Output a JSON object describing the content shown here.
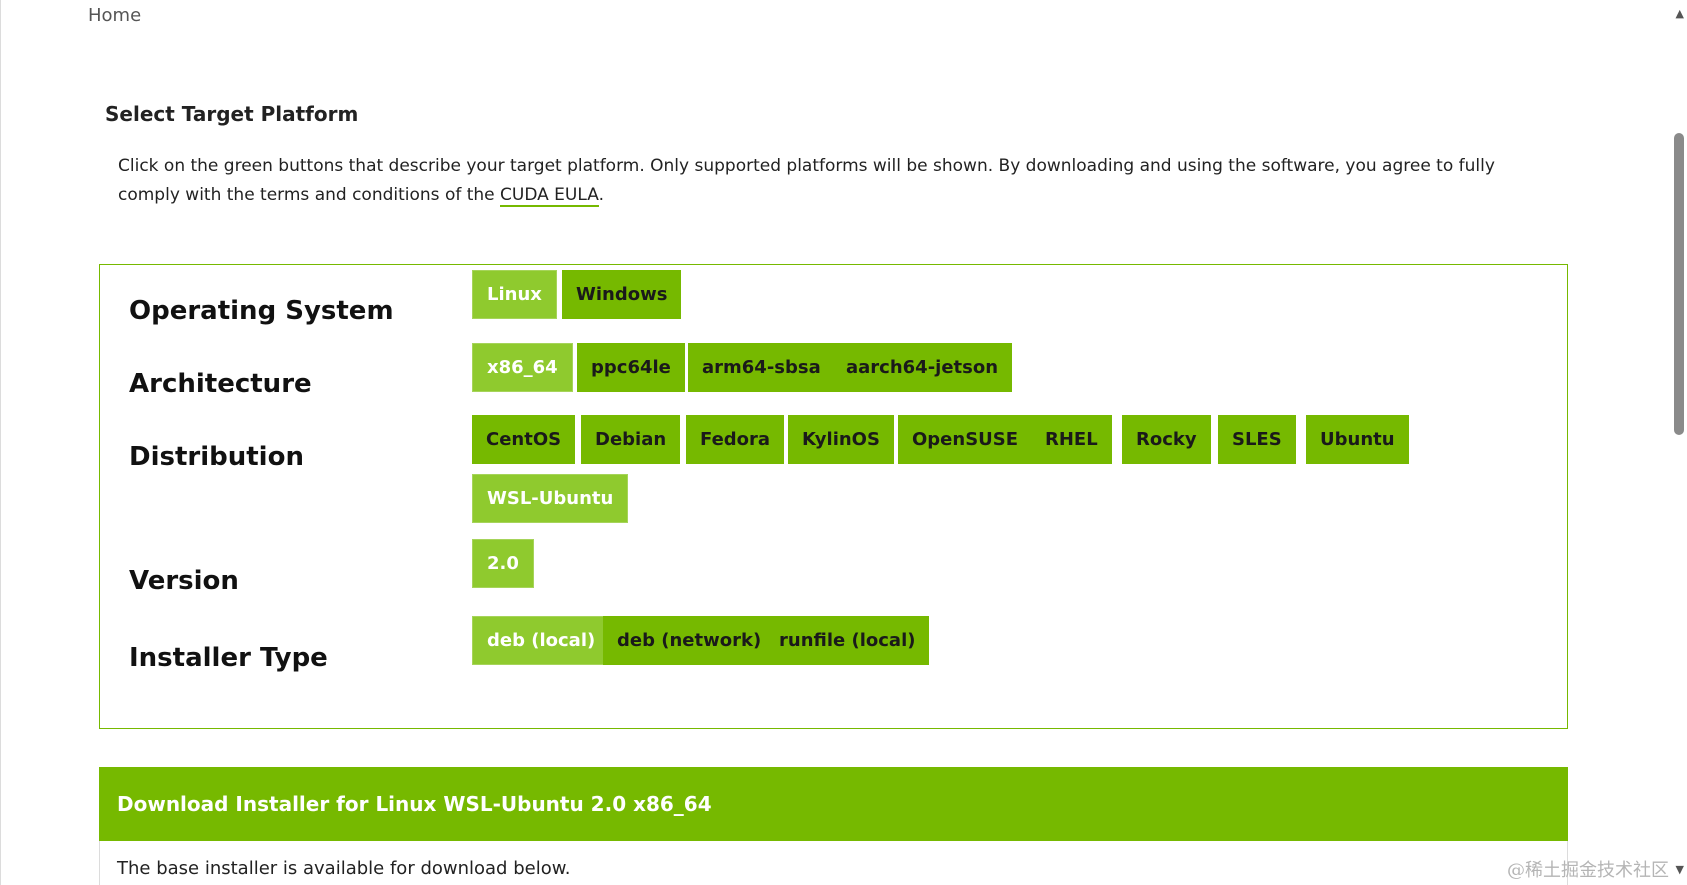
{
  "breadcrumb": "Home",
  "section_title": "Select Target Platform",
  "intro": {
    "text": "Click on the green buttons that describe your target platform. Only supported platforms will be shown. By downloading and using the software, you agree to fully comply with the terms and conditions of the ",
    "link": "CUDA EULA",
    "end": "."
  },
  "rows": {
    "os": {
      "label": "Operating System",
      "options": [
        "Linux",
        "Windows"
      ],
      "selected": "Linux"
    },
    "arch": {
      "label": "Architecture",
      "options": [
        "x86_64",
        "ppc64le",
        "arm64-sbsa",
        "aarch64-jetson"
      ],
      "selected": "x86_64"
    },
    "distro": {
      "label": "Distribution",
      "options": [
        "CentOS",
        "Debian",
        "Fedora",
        "KylinOS",
        "OpenSUSE",
        "RHEL",
        "Rocky",
        "SLES",
        "Ubuntu",
        "WSL-Ubuntu"
      ],
      "selected": "WSL-Ubuntu"
    },
    "version": {
      "label": "Version",
      "options": [
        "2.0"
      ],
      "selected": "2.0"
    },
    "installer": {
      "label": "Installer Type",
      "options": [
        "deb (local)",
        "deb (network)",
        "runfile (local)"
      ],
      "selected": "deb (local)"
    }
  },
  "download": {
    "title": "Download Installer for Linux WSL-Ubuntu 2.0 x86_64",
    "note": "The base installer is available for download below."
  },
  "watermark": "@稀土掘金技术社区",
  "colors": {
    "accent": "#76b900",
    "selected": "#8fca2e"
  },
  "icons": {
    "scroll_up": "triangle-up-icon",
    "scroll_down": "triangle-down-icon"
  }
}
